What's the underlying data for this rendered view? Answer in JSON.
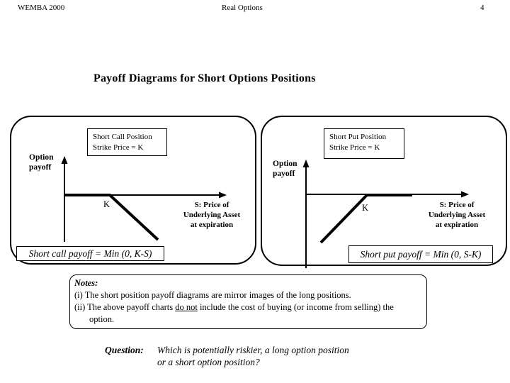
{
  "header": {
    "course": "WEMBA 2000",
    "topic": "Real Options",
    "page_number": "4"
  },
  "title": "Payoff Diagrams for Short Options Positions",
  "diagrams": {
    "short_call": {
      "label_line1": "Short Call Position",
      "label_line2": "Strike Price = K",
      "y_axis_label": [
        "Option",
        "payoff"
      ],
      "strike_tick": "K",
      "x_axis_label": [
        "S: Price of",
        "Underlying Asset",
        "at expiration"
      ],
      "formula": "Short call payoff = Min (0, K-S)"
    },
    "short_put": {
      "label_line1": "Short Put Position",
      "label_line2": "Strike Price = K",
      "y_axis_label": [
        "Option",
        "payoff"
      ],
      "strike_tick": "K",
      "x_axis_label": [
        "S: Price of",
        "Underlying Asset",
        "at expiration"
      ],
      "formula": "Short put payoff = Min (0, S-K)"
    }
  },
  "notes": {
    "heading": "Notes:",
    "item1": "(i) The short position payoff diagrams are mirror images of the long positions.",
    "item2_before": "(ii) The above payoff charts ",
    "item2_underlined": "do not",
    "item2_after": " include the cost of buying (or income from selling) the",
    "item2_continued": "option."
  },
  "question": {
    "label": "Question:",
    "line1": "Which is potentially riskier, a long option position",
    "line2": "or a short option position?"
  },
  "colors": {
    "ink": "#000000",
    "paper": "#ffffff"
  }
}
